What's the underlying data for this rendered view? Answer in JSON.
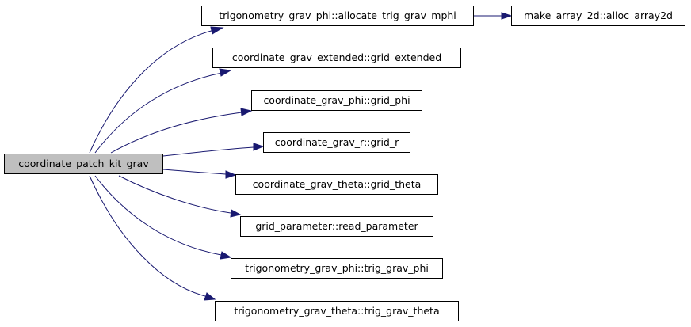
{
  "graph": {
    "root": {
      "label": "coordinate_patch_kit_grav"
    },
    "callees": [
      {
        "label": "trigonometry_grav_phi::allocate_trig_grav_mphi"
      },
      {
        "label": "make_array_2d::alloc_array2d"
      },
      {
        "label": "coordinate_grav_extended::grid_extended"
      },
      {
        "label": "coordinate_grav_phi::grid_phi"
      },
      {
        "label": "coordinate_grav_r::grid_r"
      },
      {
        "label": "coordinate_grav_theta::grid_theta"
      },
      {
        "label": "grid_parameter::read_parameter"
      },
      {
        "label": "trigonometry_grav_phi::trig_grav_phi"
      },
      {
        "label": "trigonometry_grav_theta::trig_grav_theta"
      }
    ],
    "colors": {
      "edge": "#191970",
      "root_fill": "#bfbfbf",
      "node_fill": "#ffffff",
      "border": "#000000"
    }
  }
}
